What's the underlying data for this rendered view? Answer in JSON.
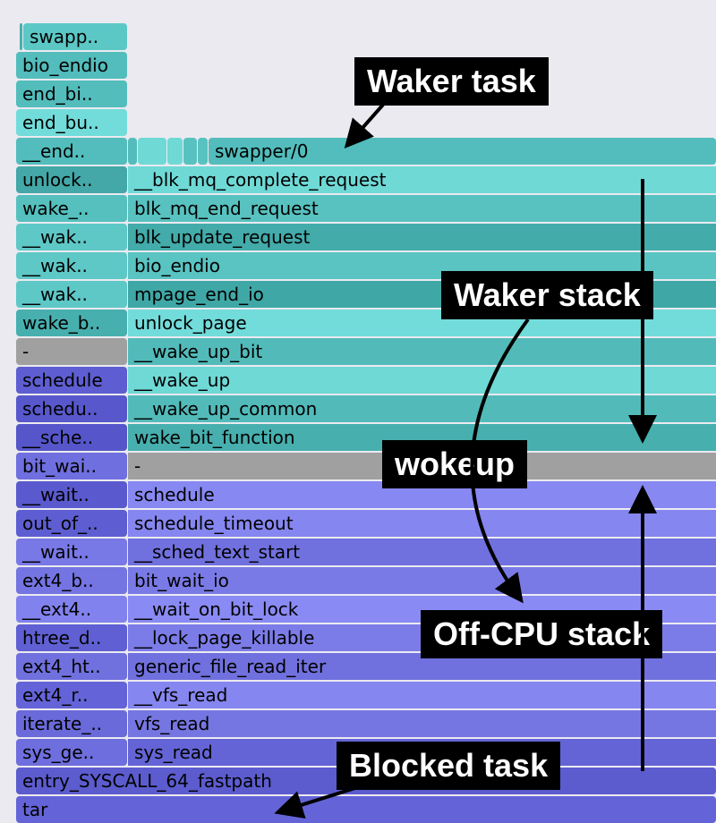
{
  "colors": {
    "background": "#ebeaf0",
    "teal_light": "#6fd9d6",
    "teal_mid": "#58c2c0",
    "teal_dark": "#43abaa",
    "gray": "#a0a0a0",
    "purple_light": "#8888f2",
    "purple_mid": "#7474e0",
    "purple_dark": "#5e5ccf"
  },
  "left_column": [
    {
      "text": "swapp..",
      "color": "#5cc8c6"
    },
    {
      "text": "bio_endio",
      "color": "#52bdbc"
    },
    {
      "text": "end_bi..",
      "color": "#53bdbc"
    },
    {
      "text": "end_bu..",
      "color": "#72dcda"
    },
    {
      "text": "__end..",
      "color": "#52bdbc"
    },
    {
      "text": "unlock..",
      "color": "#43a8a7"
    },
    {
      "text": "wake_..",
      "color": "#55c0be"
    },
    {
      "text": "__wak..",
      "color": "#5ec8c7"
    },
    {
      "text": "__wak..",
      "color": "#5ec8c7"
    },
    {
      "text": "__wak..",
      "color": "#5ec8c7"
    },
    {
      "text": "wake_b..",
      "color": "#47b0af"
    },
    {
      "text": "-",
      "color": "#a0a0a0"
    },
    {
      "text": "schedule",
      "color": "#5e5ed2"
    },
    {
      "text": "schedu..",
      "color": "#5858cc"
    },
    {
      "text": "__sche..",
      "color": "#5656ca"
    },
    {
      "text": "bit_wai..",
      "color": "#6f6fe0"
    },
    {
      "text": "__wait..",
      "color": "#5a5ace"
    },
    {
      "text": "out_of_..",
      "color": "#5e5ed2"
    },
    {
      "text": "__wait..",
      "color": "#7878e6"
    },
    {
      "text": "ext4_b..",
      "color": "#7474e2"
    },
    {
      "text": "__ext4..",
      "color": "#8282ee"
    },
    {
      "text": "htree_d..",
      "color": "#6060d4"
    },
    {
      "text": "ext4_ht..",
      "color": "#7070de"
    },
    {
      "text": "ext4_r..",
      "color": "#6464d8"
    },
    {
      "text": "iterate_..",
      "color": "#6a6ada"
    },
    {
      "text": "sys_ge..",
      "color": "#6e6ede"
    }
  ],
  "right_column": [
    {
      "text": "swapper/0",
      "color": "#52bdbc"
    },
    {
      "text": "__blk_mq_complete_request",
      "color": "#6fd9d6"
    },
    {
      "text": "blk_mq_end_request",
      "color": "#58c2c0"
    },
    {
      "text": "blk_update_request",
      "color": "#43abaa"
    },
    {
      "text": "bio_endio",
      "color": "#5ac4c2"
    },
    {
      "text": "mpage_end_io",
      "color": "#3fa8a7"
    },
    {
      "text": "unlock_page",
      "color": "#72dcda"
    },
    {
      "text": "__wake_up_bit",
      "color": "#52bbba"
    },
    {
      "text": "__wake_up",
      "color": "#6fd9d6"
    },
    {
      "text": "__wake_up_common",
      "color": "#52bbba"
    },
    {
      "text": "wake_bit_function",
      "color": "#47afae"
    },
    {
      "text": "-",
      "color": "#a0a0a0"
    },
    {
      "text": "schedule",
      "color": "#8888f2"
    },
    {
      "text": "schedule_timeout",
      "color": "#8686f0"
    },
    {
      "text": "__sched_text_start",
      "color": "#7070de"
    },
    {
      "text": "bit_wait_io",
      "color": "#7a7ae6"
    },
    {
      "text": "__wait_on_bit_lock",
      "color": "#8a8af4"
    },
    {
      "text": "__lock_page_killable",
      "color": "#7c7ce8"
    },
    {
      "text": "generic_file_read_iter",
      "color": "#7070de"
    },
    {
      "text": "__vfs_read",
      "color": "#8686f0"
    },
    {
      "text": "vfs_read",
      "color": "#7676e2"
    },
    {
      "text": "sys_read",
      "color": "#6464d6"
    }
  ],
  "small_segments_color": [
    "#52bdbc",
    "#6fd9d6",
    "#6fd9d6",
    "#58c2c0",
    "#58c2c0",
    "#58c2c0"
  ],
  "bottom_rows": [
    {
      "text": "entry_SYSCALL_64_fastpath",
      "color": "#5c5ccf"
    },
    {
      "text": "tar",
      "color": "#6464d8"
    }
  ],
  "annotations": {
    "waker_task": "Waker task",
    "waker_stack": "Waker stack",
    "wokeup": "wokeup",
    "off_cpu_stack": "Off-CPU stack",
    "blocked_task": "Blocked task"
  }
}
